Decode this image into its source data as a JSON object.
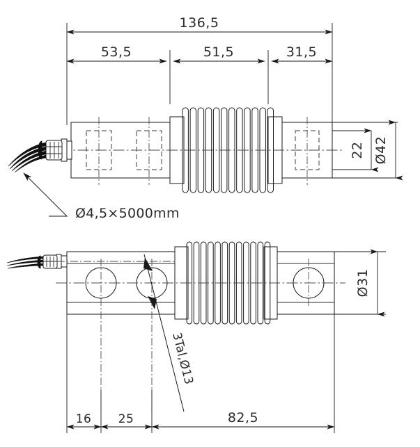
{
  "drawing": {
    "title": "Load cell dimensional drawing",
    "units": "mm",
    "decimal_separator": ","
  },
  "views": {
    "side_view": {
      "name": "side-elevation-view",
      "dimensions": {
        "overall_length": "136,5",
        "segment_left": "53,5",
        "segment_middle": "51,5",
        "segment_right": "31,5",
        "inner_height": "22",
        "outer_diameter": "Ø42"
      }
    },
    "top_view": {
      "name": "plan-view",
      "dimensions": {
        "width": "Ø31",
        "edge_to_hole1": "16",
        "hole1_to_hole2": "25",
        "hole2_to_hole3": "82,5"
      },
      "hole_note": "3Tal,Ø13"
    }
  },
  "annotations": {
    "cable_note": "Ø4,5×5000mm"
  },
  "colors": {
    "line": "#1a1a1a",
    "text": "#2b2b2b",
    "hidden": "#3a3a3a",
    "center": "#4a4a4a",
    "cable": "#111111",
    "background": "#ffffff"
  }
}
